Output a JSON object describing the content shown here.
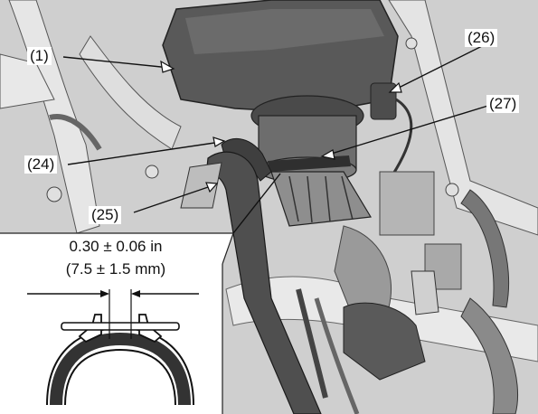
{
  "callouts": {
    "c1": "(1)",
    "c24": "(24)",
    "c25": "(25)",
    "c26": "(26)",
    "c27": "(27)"
  },
  "clamp_spec": {
    "imperial": "0.30 ± 0.06 in",
    "metric": "(7.5 ± 1.5 mm)"
  }
}
